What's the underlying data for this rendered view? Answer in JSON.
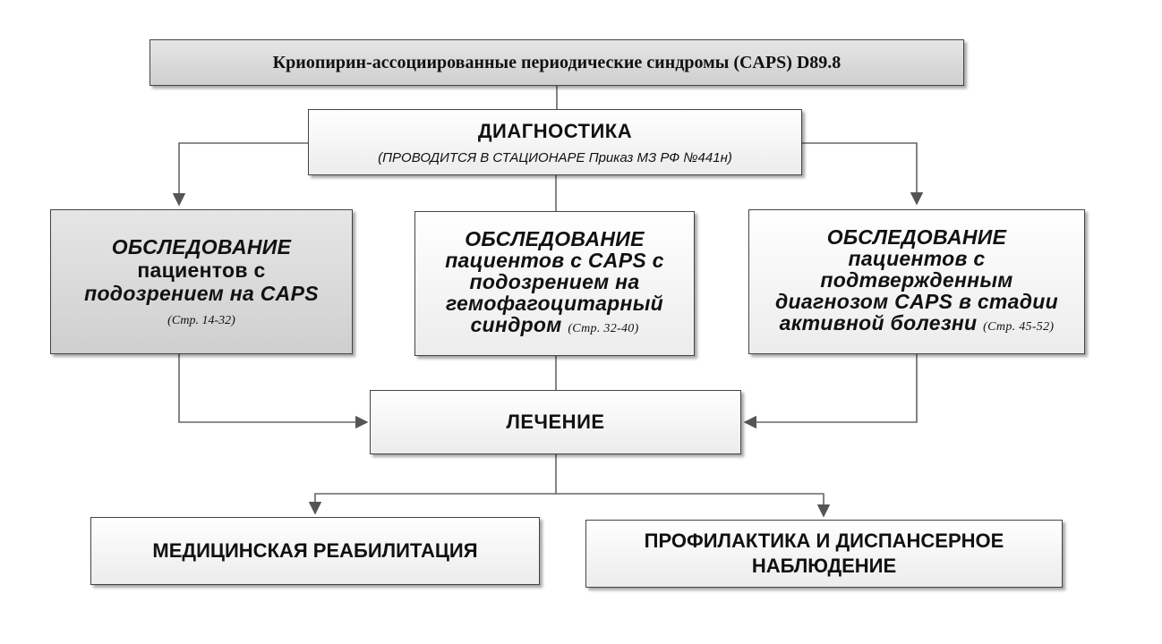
{
  "title": "Криопирин-ассоциированные периодические синдромы (CAPS) D89.8",
  "diagnostics": {
    "heading": "ДИАГНОСТИКА",
    "note": "(ПРОВОДИТСЯ В СТАЦИОНАРЕ Приказ МЗ РФ №441н)"
  },
  "exam_left": {
    "heading": "ОБСЛЕДОВАНИЕ",
    "line1": "пациентов с",
    "line2": "подозрением на CAPS",
    "ref": "(Стр. 14-32)"
  },
  "exam_center": {
    "heading": "ОБСЛЕДОВАНИЕ",
    "line1": "пациентов с CAPS с",
    "line2": "подозрением на",
    "line3": "гемофагоцитарный",
    "line4": "синдром",
    "ref": "(Стр. 32-40)"
  },
  "exam_right": {
    "heading": "ОБСЛЕДОВАНИЕ",
    "line1": "пациентов с",
    "line2": "подтвержденным",
    "line3": "диагнозом CAPS в стадии",
    "line4": "активной болезни",
    "ref": "(Стр. 45-52)"
  },
  "treatment": "ЛЕЧЕНИЕ",
  "rehab": "МЕДИЦИНСКАЯ РЕАБИЛИТАЦИЯ",
  "prevention": {
    "line1": "ПРОФИЛАКТИКА И ДИСПАНСЕРНОЕ",
    "line2": "НАБЛЮДЕНИЕ"
  }
}
